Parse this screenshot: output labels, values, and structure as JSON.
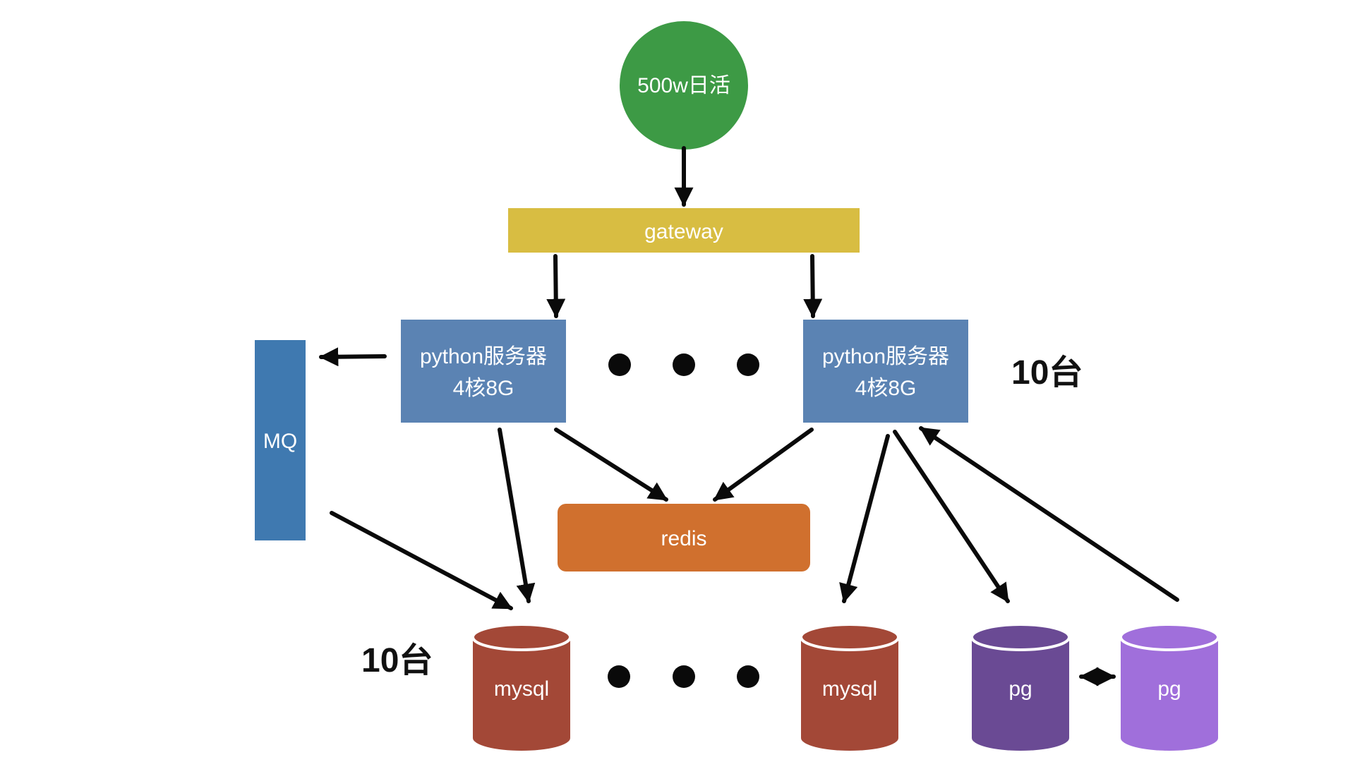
{
  "nodes": {
    "users": "500w日活",
    "gateway": "gateway",
    "server_left": {
      "name": "python服务器",
      "spec": "4核8G"
    },
    "server_right": {
      "name": "python服务器",
      "spec": "4核8G"
    },
    "mq": "MQ",
    "redis": "redis",
    "mysql_left": "mysql",
    "mysql_right": "mysql",
    "pg_primary": "pg",
    "pg_replica": "pg"
  },
  "counts": {
    "servers": "10台",
    "mysql": "10台"
  },
  "colors": {
    "users": "#3d9a45",
    "gateway": "#d8bd42",
    "server": "#5b83b3",
    "mq": "#3f79b0",
    "redis": "#d0702e",
    "mysql": "#a34837",
    "pg_primary": "#6a4a94",
    "pg_replica": "#a06fdb"
  }
}
